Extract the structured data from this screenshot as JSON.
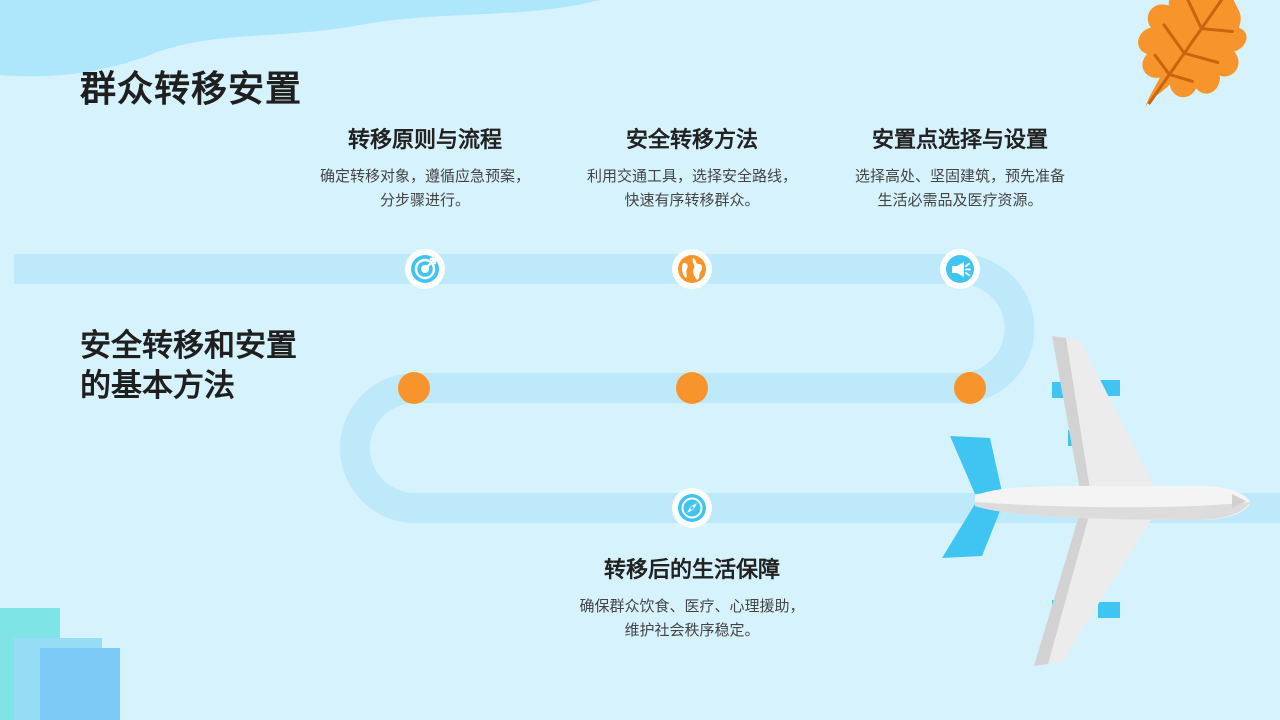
{
  "slide": {
    "title": "群众转移安置",
    "subtitle_lines": [
      "安全转移和安置",
      "的基本方法"
    ]
  },
  "steps": [
    {
      "heading": "转移原则与流程",
      "desc_lines": [
        "确定转移对象，遵循应急预案，",
        "分步骤进行。"
      ],
      "icon": "target-icon"
    },
    {
      "heading": "安全转移方法",
      "desc_lines": [
        "利用交通工具，选择安全路线，",
        "快速有序转移群众。"
      ],
      "icon": "globe-icon"
    },
    {
      "heading": "安置点选择与设置",
      "desc_lines": [
        "选择高处、坚固建筑，预先准备",
        "生活必需品及医疗资源。"
      ],
      "icon": "megaphone-icon"
    },
    {
      "heading": "转移后的生活保障",
      "desc_lines": [
        "确保群众饮食、医疗、心理援助，",
        "维护社会秩序稳定。"
      ],
      "icon": "compass-icon"
    }
  ],
  "colors": {
    "background": "#d6f3fd",
    "track": "#bde9fb",
    "accent_orange": "#f7952c",
    "accent_blue": "#40c4f2",
    "leaf": "#f7952c"
  },
  "decorations": [
    "airplane",
    "autumn-leaf",
    "wave-top",
    "blocks-bottom-left"
  ]
}
